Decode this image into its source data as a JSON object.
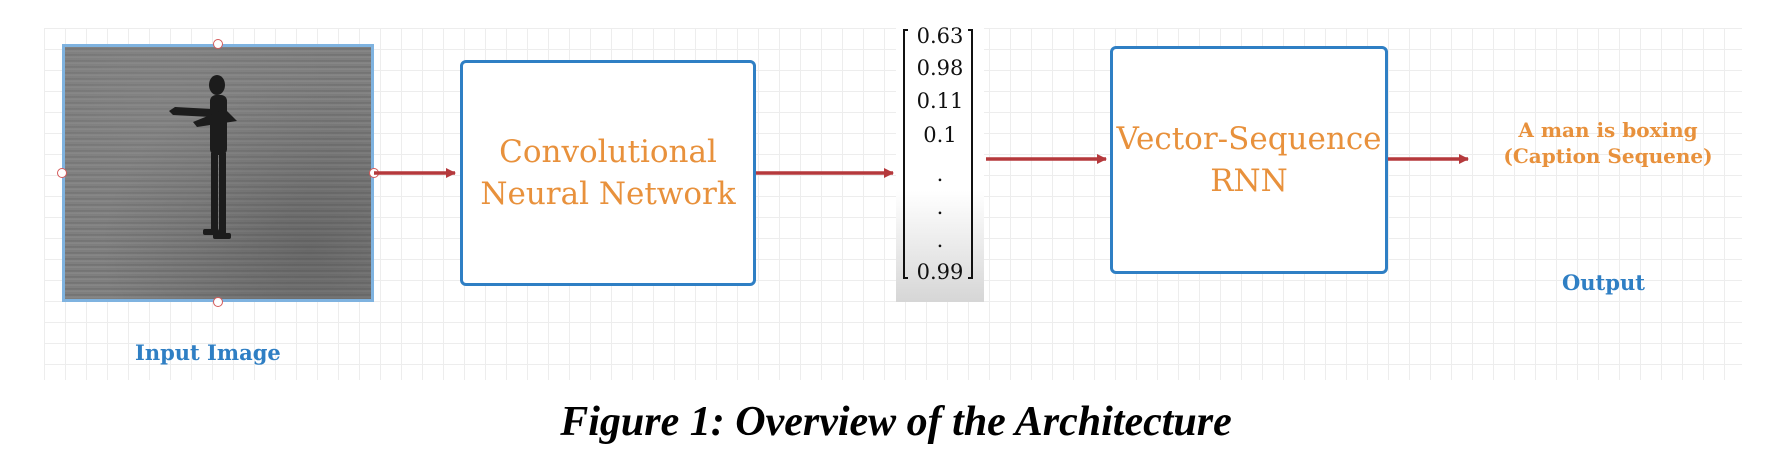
{
  "figure": {
    "caption": "Figure 1: Overview of the Architecture",
    "input_label": "Input Image",
    "cnn_label": "Convolutional\nNeural Network",
    "vector_values": [
      "0.63",
      "0.98",
      "0.11",
      "0.1",
      ".",
      ".",
      ".",
      "0.99"
    ],
    "rnn_label": "Vector-Sequence\nRNN",
    "output_caption_line1": "A man is boxing",
    "output_caption_line2": "(Caption Sequene)",
    "output_label": "Output"
  },
  "colors": {
    "box_border": "#2f7fc4",
    "box_text": "#e8913c",
    "arrow": "#b5393c",
    "label_blue": "#2f7fc4"
  }
}
